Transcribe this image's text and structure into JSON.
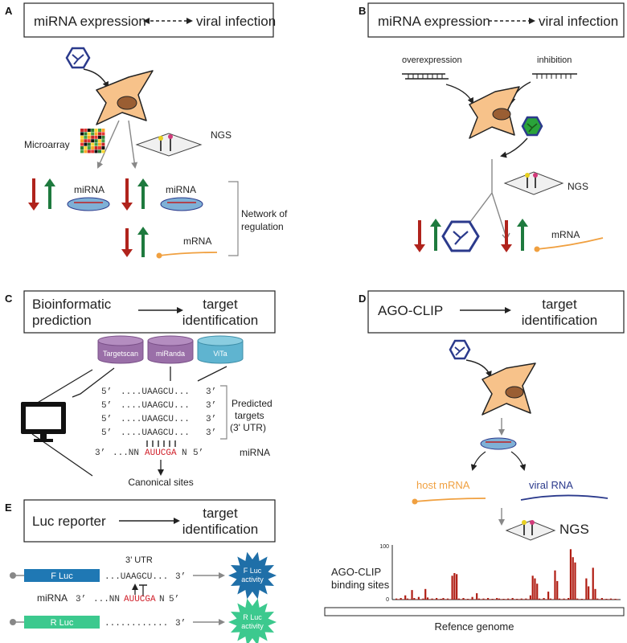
{
  "panel_labels": {
    "a": "A",
    "b": "B",
    "c": "C",
    "d": "D",
    "e": "E"
  },
  "panel_a": {
    "header_left": "miRNA expression",
    "header_right": "viral infection",
    "microarray": "Microarray",
    "ngs": "NGS",
    "mirna_1": "miRNA",
    "mirna_2": "miRNA",
    "mrna": "mRNA",
    "network_line1": "Network of",
    "network_line2": "regulation"
  },
  "panel_b": {
    "header_left": "miRNA expression",
    "header_right": "viral infection",
    "overexpression": "overexpression",
    "inhibition": "inhibition",
    "ngs": "NGS",
    "mrna": "mRNA"
  },
  "panel_c": {
    "header_left_line1": "Bioinformatic",
    "header_left_line2": "prediction",
    "header_right_line1": "target",
    "header_right_line2": "identification",
    "db_1": "Targetscan",
    "db_2": "miRanda",
    "db_3": "ViTa",
    "target_5p": "5’",
    "target_seq": "....UAAGCU...",
    "target_3p": "3’",
    "mirna_3p": "3’",
    "mirna_seq_prefix": "...NN",
    "mirna_seq_seed": "AUUCGA",
    "mirna_seq_suffix": "N",
    "mirna_5p": "5’",
    "predicted_line1": "Predicted",
    "predicted_line2": "targets",
    "predicted_line3": "(3' UTR)",
    "mirna_label": "miRNA",
    "canonical": "Canonical sites"
  },
  "panel_d": {
    "header_left": "AGO-CLIP",
    "header_right_line1": "target",
    "header_right_line2": "identification",
    "host_mrna": "host mRNA",
    "viral_rna": "viral RNA",
    "ngs": "NGS",
    "ylabel_line1": "AGO-CLIP",
    "ylabel_line2": "binding sites",
    "y_max": "100",
    "y_min": "0",
    "genome": "Refence genome"
  },
  "panel_e": {
    "header_left": "Luc reporter",
    "header_right_line1": "target",
    "header_right_line2": "identification",
    "utr": "3’ UTR",
    "fluc": "F Luc",
    "rluc": "R Luc",
    "fluc_seq": "...UAAGCU...",
    "rluc_seq": "............",
    "end_3p_1": "3’",
    "end_3p_2": "3’",
    "mirna_label": "miRNA",
    "mirna_3p": "3’",
    "mirna_prefix": "...NN",
    "mirna_seed": "AUUCGA",
    "mirna_suffix": "N",
    "mirna_5p": "5’",
    "fluc_activity_line1": "F Luc",
    "fluc_activity_line2": "activity",
    "rluc_activity_line1": "R Luc",
    "rluc_activity_line2": "activity"
  },
  "colors": {
    "down_arrow": "#b0231c",
    "up_arrow": "#1e7a3e",
    "cell": "#f7c28a",
    "virus": "#2b3a8c",
    "mrna": "#f0a040",
    "viral_rna": "#2b3a8c",
    "bar": "#b01c12",
    "seed": "#d0202a",
    "fluc": "#1f78b4",
    "rluc": "#3cc98e",
    "db": "#9a6fa8",
    "db_vita": "#5fb4d0"
  },
  "chart_data": {
    "type": "bar",
    "ylim": [
      0,
      100
    ],
    "ylabel": "AGO-CLIP binding sites",
    "xlabel": "Refence genome",
    "values": [
      2,
      0,
      3,
      0,
      8,
      2,
      0,
      18,
      3,
      0,
      5,
      0,
      2,
      20,
      4,
      0,
      2,
      0,
      3,
      0,
      1,
      3,
      0,
      2,
      0,
      45,
      50,
      48,
      2,
      0,
      3,
      0,
      1,
      0,
      5,
      0,
      12,
      2,
      0,
      2,
      0,
      3,
      0,
      1,
      0,
      3,
      2,
      0,
      1,
      0,
      2,
      0,
      3,
      0,
      1,
      0,
      2,
      0,
      2,
      0,
      8,
      45,
      40,
      30,
      2,
      0,
      3,
      0,
      15,
      2,
      0,
      55,
      35,
      2,
      0,
      2,
      0,
      3,
      95,
      80,
      70,
      2,
      0,
      1,
      0,
      40,
      25,
      0,
      60,
      20,
      2,
      0,
      3,
      0,
      1,
      0,
      2,
      0,
      1,
      0
    ]
  }
}
